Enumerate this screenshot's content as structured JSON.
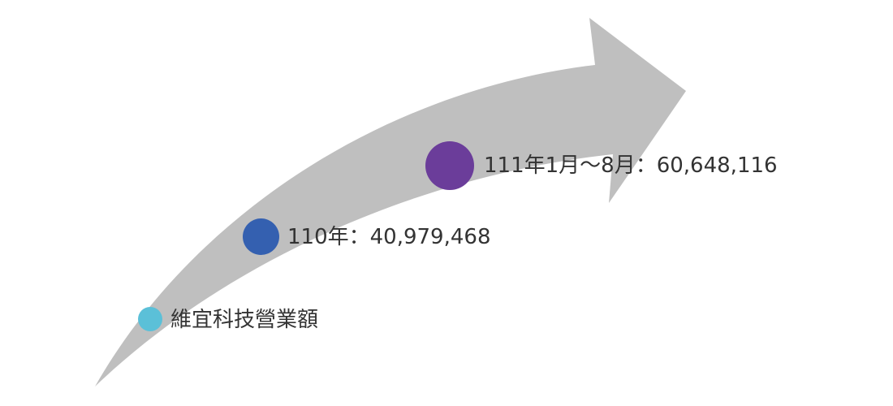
{
  "diagram": {
    "arrow_color": "#bfbfbf",
    "milestones": [
      {
        "label": "維宜科技營業額",
        "color": "#5bc0d8"
      },
      {
        "label": "110年：40,979,468",
        "color": "#3460b0"
      },
      {
        "label": "111年1月～8月：60,648,116",
        "color": "#6b3d9a"
      }
    ]
  }
}
